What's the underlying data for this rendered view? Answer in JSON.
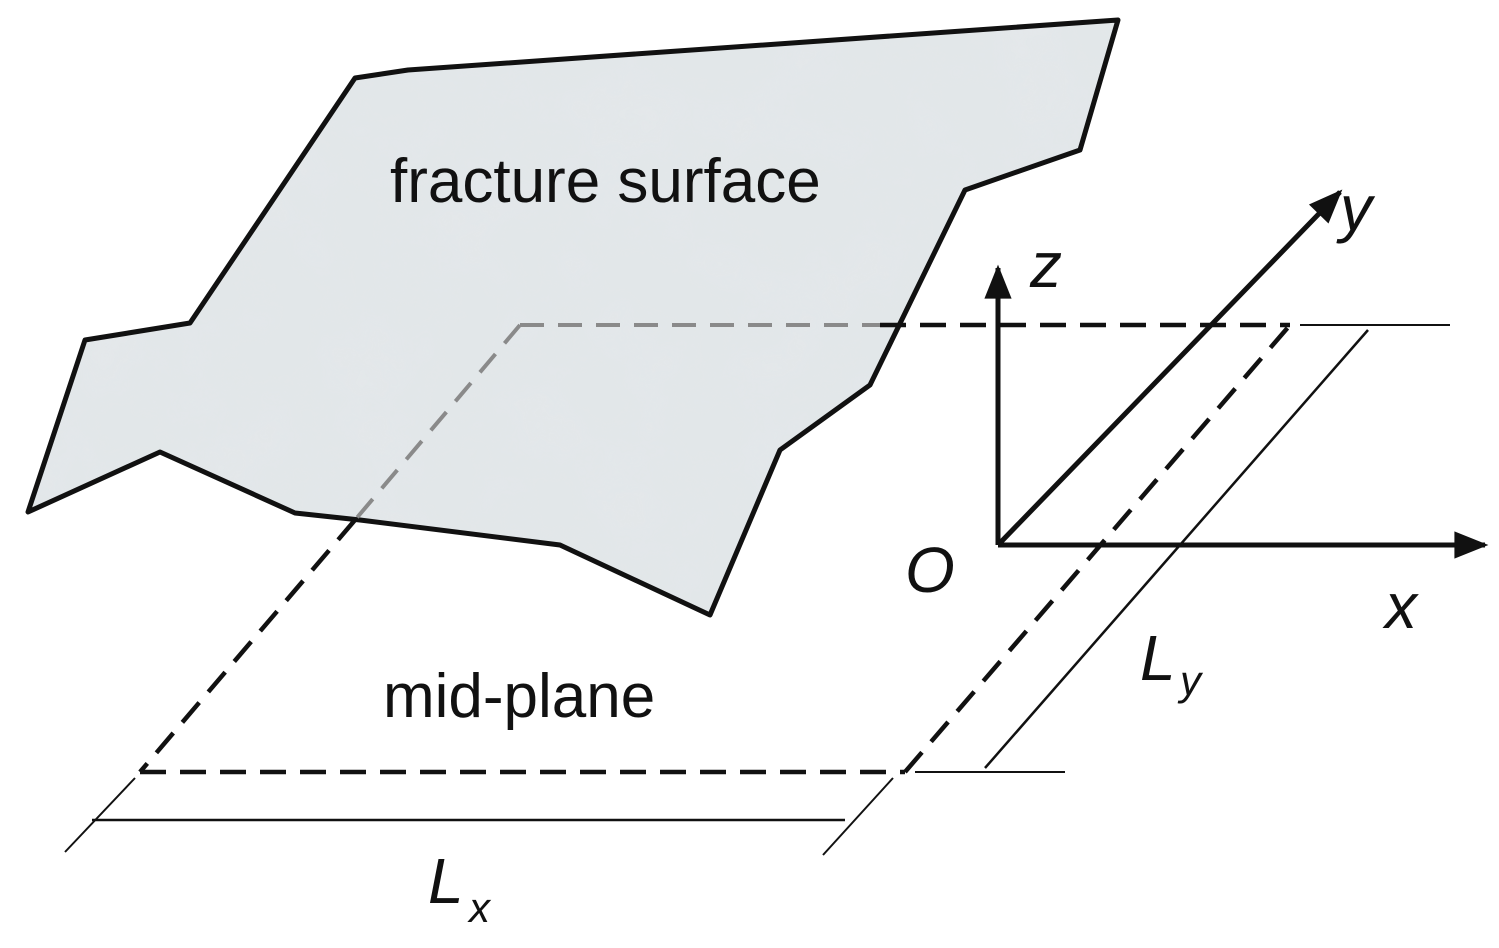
{
  "labels": {
    "fracture_surface": "fracture surface",
    "mid_plane": "mid-plane",
    "axis_x": "x",
    "axis_y": "y",
    "axis_z": "z",
    "origin": "O",
    "dim_lx_main": "L",
    "dim_lx_sub": "x",
    "dim_ly_main": "L",
    "dim_ly_sub": "y"
  },
  "colors": {
    "line": "#111111",
    "dashed_faint": "#8a8a8a",
    "surface_fill": "#dfe4e6",
    "surface_dark": "#9aa1a6"
  }
}
